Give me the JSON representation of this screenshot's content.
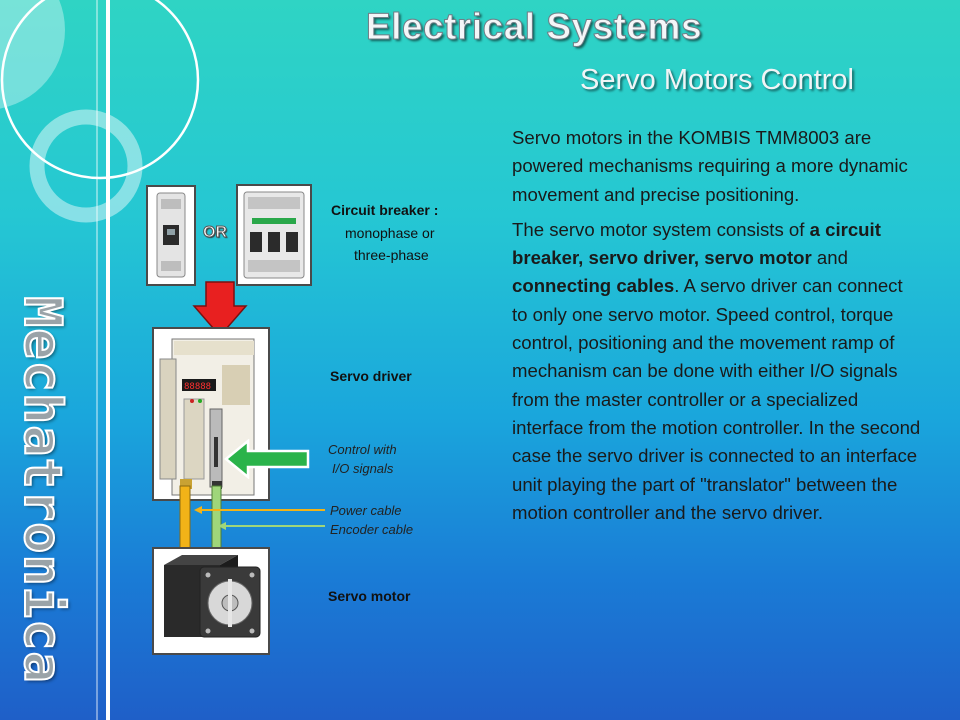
{
  "slide": {
    "title": "Electrical Systems",
    "subtitle": "Servo Motors Control",
    "vertical_word": "Mechatronica"
  },
  "body": {
    "para1": "Servo motors in the KOMBIS TMM8003 are powered mechanisms requiring a more dynamic movement and precise positioning.",
    "para2": [
      {
        "t": "The servo motor system consists of ",
        "b": false
      },
      {
        "t": "a circuit breaker, servo driver, servo motor",
        "b": true
      },
      {
        "t": " and ",
        "b": false
      },
      {
        "t": "connecting cables",
        "b": true
      },
      {
        "t": ". A servo driver can connect to only one servo motor. Speed control, torque control, positioning and the movement ramp of mechanism can be done with either I/O signals from the master controller or a specialized interface from the motion controller. In the second case the servo driver is connected to an interface unit playing the part of \"translator\" between the motion controller and the servo driver.",
        "b": false
      }
    ]
  },
  "diagram": {
    "or_label": "OR",
    "circuit_breaker_title": "Circuit breaker :",
    "circuit_breaker_line2": "monophase or",
    "circuit_breaker_line3": "three-phase",
    "servo_driver_label": "Servo driver",
    "control_line1": "Control with",
    "control_line2": "I/O signals",
    "power_cable_label": "Power cable",
    "encoder_cable_label": "Encoder cable",
    "servo_motor_label": "Servo motor",
    "driver_display": "88888"
  },
  "colors": {
    "red_arrow": "#e82020",
    "green_arrow": "#2ab34a",
    "power_cable": "#f2b318",
    "encoder_cable": "#9fd67a"
  },
  "icons": [
    "circle-decoration",
    "ring-decoration",
    "single-pole-breaker-icon",
    "three-pole-breaker-icon",
    "down-arrow-icon",
    "left-arrow-icon",
    "servo-driver-icon",
    "servo-motor-icon"
  ]
}
